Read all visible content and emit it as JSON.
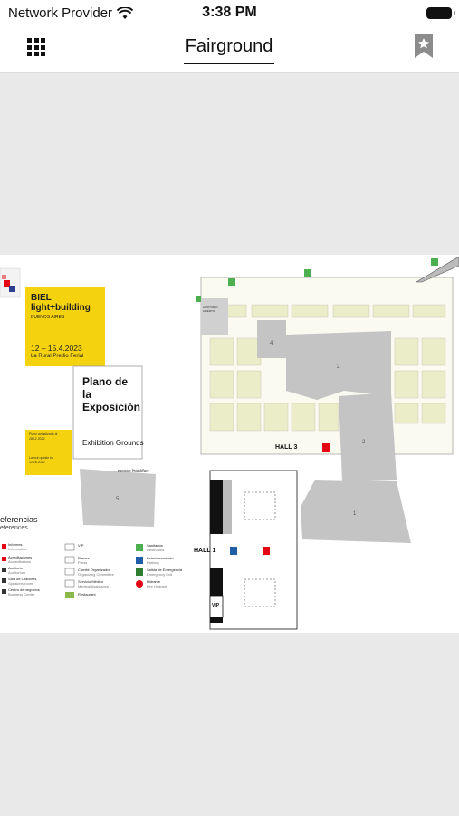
{
  "status_bar": {
    "carrier": "Network Provider",
    "time": "3:38 PM",
    "wifi_icon": "wifi-icon",
    "battery_icon": "battery-icon"
  },
  "nav": {
    "title": "Fairground",
    "menu_icon": "grid-menu-icon",
    "bookmark_icon": "bookmark-star-icon"
  },
  "map": {
    "event_brand_line1": "BIEL",
    "event_brand_line2": "light+building",
    "event_city": "BUENOS AIRES",
    "event_dates": "12 – 15.4.2023",
    "event_venue": "La Rural Predio Ferial",
    "plan_title": "Plano de la Exposición",
    "plan_subtitle": "Exhibition Grounds",
    "update_note_es": "Plano actualizado al 28.12.2022",
    "update_note_en": "Layout update to 12.28.2022",
    "messe_label": "messe frankfurt",
    "references_es": "eferencias",
    "references_en": "eferences",
    "hall_3": "HALL 3",
    "hall_1": "HALL 1",
    "vip": "VIP",
    "auditorio": "AUDITORIO ABIERTO",
    "pavilions": [
      "1",
      "2",
      "2",
      "4",
      "5"
    ],
    "legend": [
      {
        "es": "Informes",
        "en": "Information"
      },
      {
        "es": "Acreditaciones",
        "en": "Accreditations"
      },
      {
        "es": "Auditorio",
        "en": "Auditorium"
      },
      {
        "es": "Sala de Oradores",
        "en": "Speakers room"
      },
      {
        "es": "Centro de negocios",
        "en": "Business Center"
      },
      {
        "es": "VIP",
        "en": ""
      },
      {
        "es": "Prensa",
        "en": "Press"
      },
      {
        "es": "Comité Organizador",
        "en": "Organizing Committee"
      },
      {
        "es": "Servicio Médico",
        "en": "Medical Assistance"
      },
      {
        "es": "Restaurant",
        "en": ""
      },
      {
        "es": "Sanitarios",
        "en": "Restrooms"
      },
      {
        "es": "Estacionamiento",
        "en": "Parking"
      },
      {
        "es": "Salida de Emergencia",
        "en": "Emergency Exit"
      },
      {
        "es": "Hidrante",
        "en": "Fire Hydrant"
      }
    ]
  }
}
